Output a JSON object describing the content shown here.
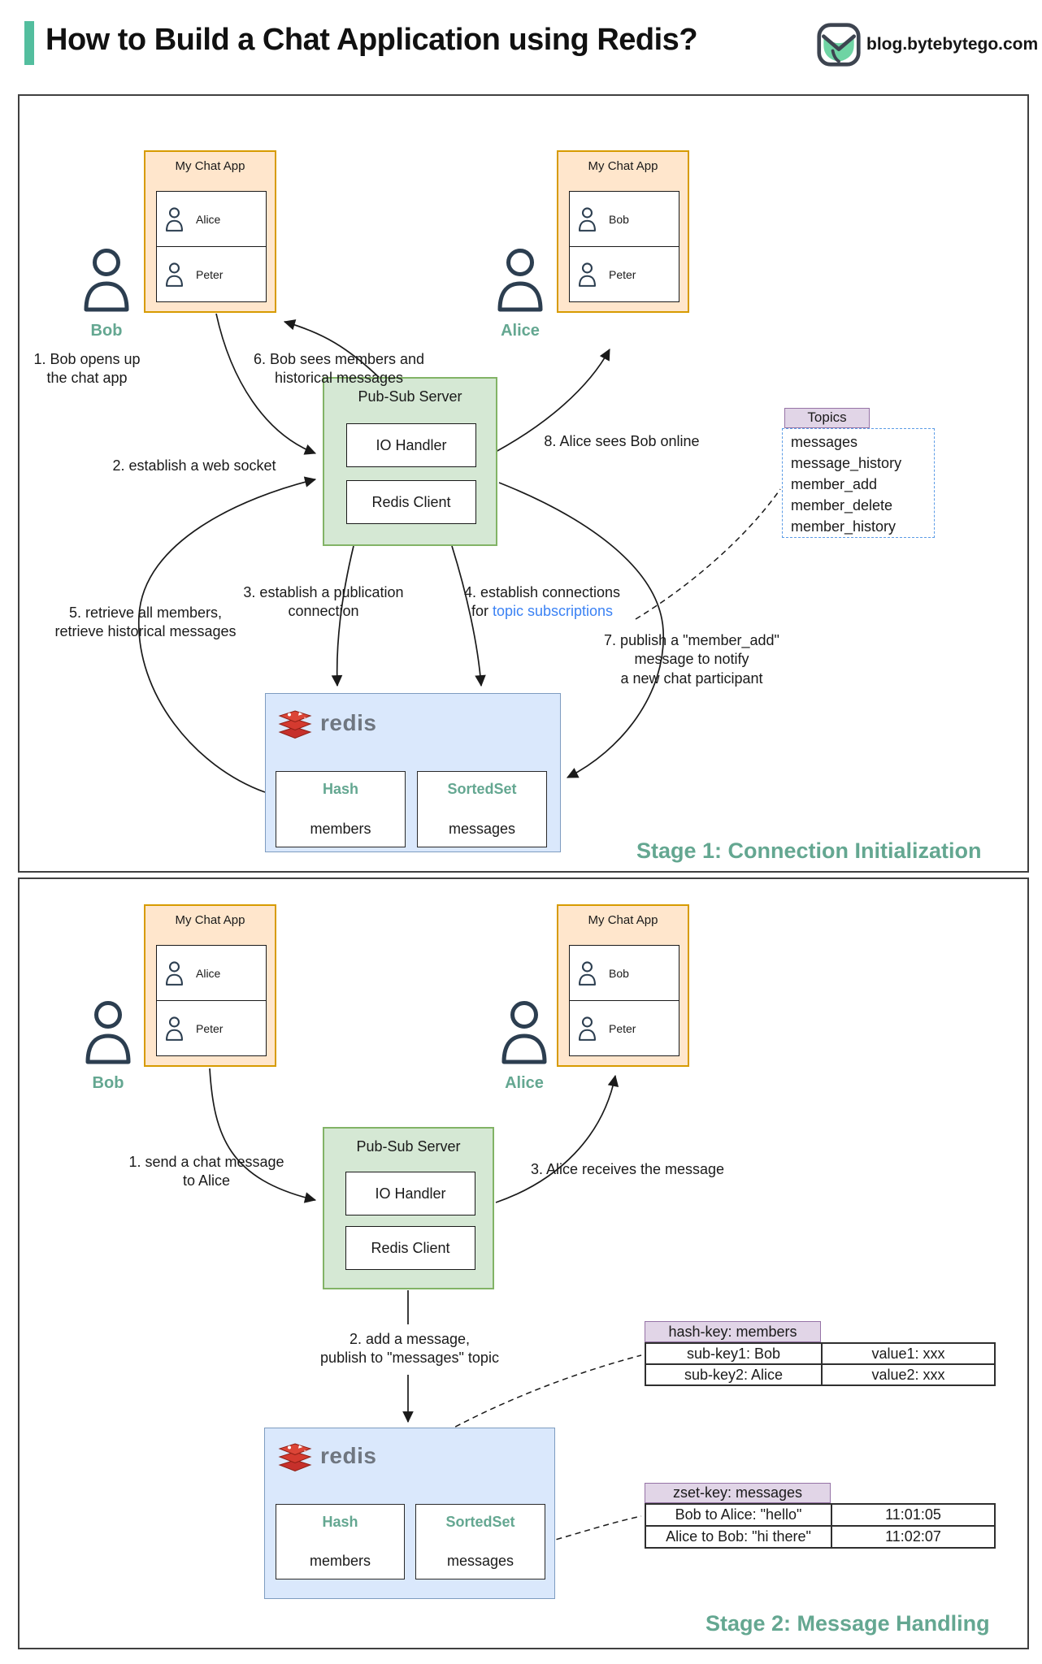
{
  "header": {
    "title": "How to Build a Chat Application using Redis?",
    "brand": "blog.bytebytego.com"
  },
  "labels": {
    "stage1": "Stage 1: Connection Initialization",
    "stage2": "Stage 2: Message Handling"
  },
  "chat_app_title": "My Chat App",
  "people": {
    "bob": "Bob",
    "alice": "Alice"
  },
  "apps": {
    "bob_members": [
      "Alice",
      "Peter"
    ],
    "alice_members": [
      "Bob",
      "Peter"
    ]
  },
  "pubsub": {
    "title": "Pub-Sub Server",
    "io": "IO Handler",
    "client": "Redis Client"
  },
  "redis": {
    "word": "redis",
    "hash_type": "Hash",
    "hash_key": "members",
    "zset_type": "SortedSet",
    "zset_key": "messages"
  },
  "topics": {
    "title": "Topics",
    "items": [
      "messages",
      "message_history",
      "member_add",
      "member_delete",
      "member_history"
    ]
  },
  "stage1_notes": {
    "n1": [
      "1. Bob opens up",
      "the chat app"
    ],
    "n2": "2. establish a web socket",
    "n3": [
      "3. establish a publication",
      "connection"
    ],
    "n4_line1": "4. establish connections",
    "n4_pre": "for ",
    "n4_link": "topic subscriptions",
    "n5": [
      "5. retrieve all members,",
      "retrieve historical messages"
    ],
    "n6": [
      "6. Bob sees members and",
      "historical messages"
    ],
    "n7": [
      "7. publish a \"member_add\"",
      "message to notify",
      "a new chat participant"
    ],
    "n8": "8. Alice sees Bob online"
  },
  "stage2_notes": {
    "n1": [
      "1. send a chat message",
      "to Alice"
    ],
    "n2": [
      "2. add a message,",
      "publish to \"messages\" topic"
    ],
    "n3": "3. Alice receives the message"
  },
  "hash_table": {
    "header": "hash-key: members",
    "rows": [
      [
        "sub-key1: Bob",
        "value1: xxx"
      ],
      [
        "sub-key2: Alice",
        "value2: xxx"
      ]
    ]
  },
  "zset_table": {
    "header": "zset-key: messages",
    "rows": [
      [
        "Bob to Alice: \"hello\"",
        "11:01:05"
      ],
      [
        "Alice to Bob: \"hi there\"",
        "11:02:07"
      ]
    ]
  },
  "colors": {
    "teal_text": "#64A791",
    "accent_bar": "#53BE9E",
    "logo_green": "#6FD4A4",
    "link_blue": "#3B82F4",
    "orange_fill": "#FFE6CC",
    "orange_border": "#D79B00",
    "green_fill": "#D5E8D4",
    "green_border": "#82B366",
    "blue_fill": "#DAE8FC",
    "blue_border": "#7E9CC0",
    "purple_fill": "#E1D5E7",
    "purple_border": "#9673A6",
    "redis_red": "#C6302B"
  }
}
